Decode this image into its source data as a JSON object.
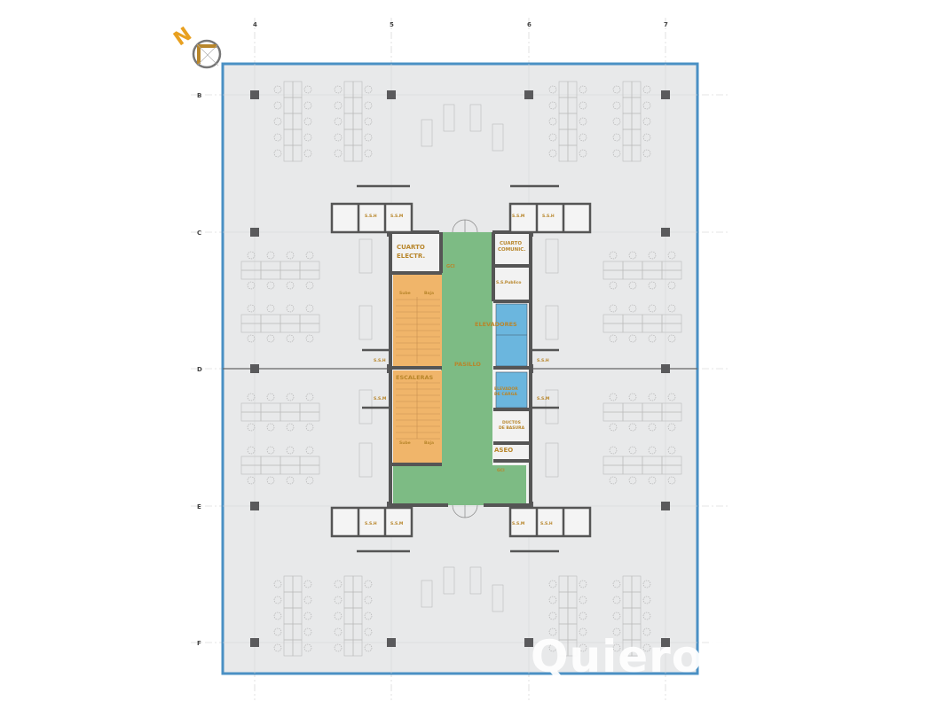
{
  "plan": {
    "grid_columns": [
      "4",
      "5",
      "6",
      "7"
    ],
    "grid_rows": [
      "B",
      "C",
      "D",
      "E",
      "F"
    ],
    "colors": {
      "border": "#4a90c4",
      "floor": "#e8e9ea",
      "corridor": "#7dbb84",
      "stairs": "#f0b56a",
      "elevators": "#6bb6de",
      "walls": "#555555",
      "labels": "#b8862b"
    },
    "rooms": {
      "cuarto_electr_1": "CUARTO",
      "cuarto_electr_2": "ELECTR.",
      "gci_top": "GCI",
      "cuarto_comunic_1": "CUARTO",
      "cuarto_comunic_2": "COMUNIC.",
      "ss_publico": "S.S.Publico",
      "elevadores": "ELEVADORES",
      "pasillo": "PASILLO",
      "escaleras": "ESCALERAS",
      "elevador_carga_1": "ELEVADOR",
      "elevador_carga_2": "DE CARGA",
      "ductos_1": "DUCTOS",
      "ductos_2": "DE BASURA",
      "aseo": "ASEO",
      "gci_bottom": "GCI",
      "sube_top": "Sube",
      "baja_top": "Baja",
      "sube_bottom": "Sube",
      "baja_bottom": "Baja"
    },
    "restrooms": {
      "tl_h": "S.S.H",
      "tl_m": "S.S.M",
      "tr_m": "S.S.M",
      "tr_h": "S.S.H",
      "ml_h": "S.S.H",
      "ml_m": "S.S.M",
      "mr_h": "S.S.H",
      "mr_m": "S.S.M",
      "bl_h": "S.S.H",
      "bl_m": "S.S.M",
      "br_m": "S.S.M",
      "br_h": "S.S.H"
    },
    "compass_letter": "N"
  },
  "watermark": "QuieroC"
}
